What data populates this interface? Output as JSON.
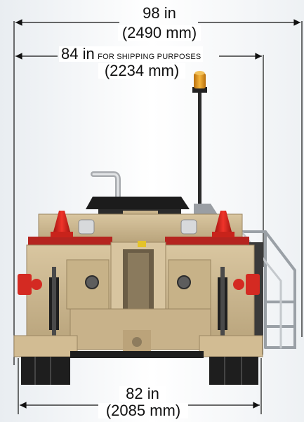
{
  "dimensions": {
    "overall_width": {
      "imperial": "98 in",
      "metric": "(2490 mm)"
    },
    "shipping_width": {
      "imperial": "84 in",
      "note": "FOR SHIPPING PURPOSES",
      "metric": "(2234 mm)"
    },
    "track_width": {
      "imperial": "82 in",
      "metric": "(2085 mm)"
    }
  },
  "colors": {
    "body_tan": "#cbb58d",
    "body_tan_dark": "#a89068",
    "fender_red": "#b5241f",
    "cone_red": "#e0241a",
    "beacon_amber": "#e39a1a",
    "track_black": "#1e1e1e",
    "rail_gray": "#b0b4b8"
  }
}
